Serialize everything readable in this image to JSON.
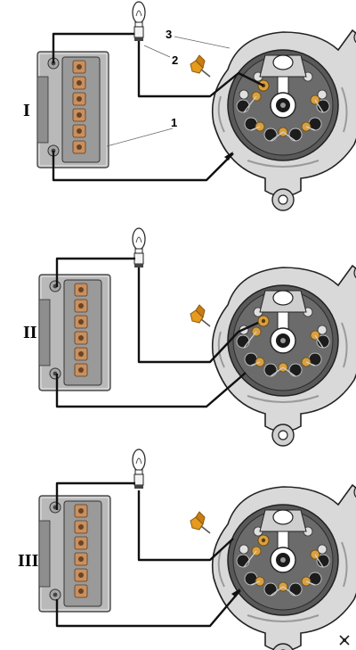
{
  "panels": [
    {
      "id": "I",
      "label": "I"
    },
    {
      "id": "II",
      "label": "II"
    },
    {
      "id": "III",
      "label": "III"
    }
  ],
  "callouts": [
    "1",
    "2",
    "3"
  ],
  "colors": {
    "wire": "#111111",
    "battery_body": "#b9b9b9",
    "battery_top": "#8e8e8e",
    "cell": "#c89060",
    "alt_outer": "#d9d9d9",
    "alt_inner": "#595959",
    "probe": "#e69a1e"
  },
  "icons": [
    "lamp-icon",
    "probe-clip-icon",
    "battery-icon",
    "alternator-icon"
  ]
}
